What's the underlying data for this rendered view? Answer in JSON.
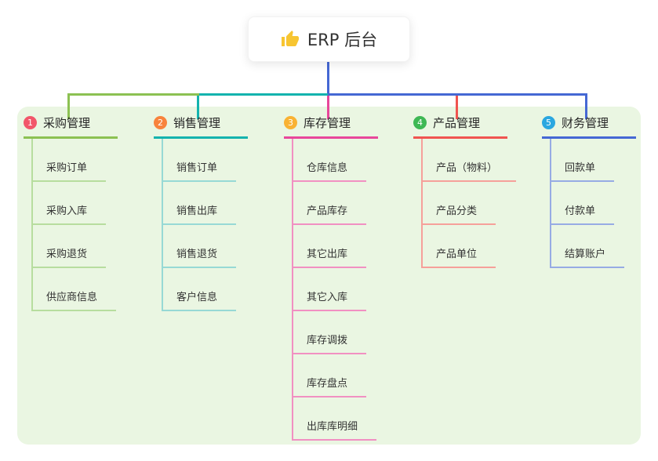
{
  "root": {
    "label": "ERP 后台",
    "icon": "thumbs-up",
    "icon_color": "#f7c531"
  },
  "branches": [
    {
      "badge": "1",
      "label": "采购管理",
      "color": "#8cc152",
      "light_color": "#b7dd9e",
      "badge_color": "#f2566a",
      "children": [
        "采购订单",
        "采购入库",
        "采购退货",
        "供应商信息"
      ]
    },
    {
      "badge": "2",
      "label": "销售管理",
      "color": "#14b3ae",
      "light_color": "#97d9d5",
      "badge_color": "#f8833c",
      "children": [
        "销售订单",
        "销售出库",
        "销售退货",
        "客户信息"
      ]
    },
    {
      "badge": "3",
      "label": "库存管理",
      "color": "#e8479b",
      "light_color": "#f190c2",
      "badge_color": "#f9b233",
      "children": [
        "仓库信息",
        "产品库存",
        "其它出库",
        "其它入库",
        "库存调拨",
        "库存盘点",
        "出库库明细"
      ]
    },
    {
      "badge": "4",
      "label": "产品管理",
      "color": "#f05450",
      "light_color": "#f6a09a",
      "badge_color": "#3eb854",
      "children": [
        "产品（物料）",
        "产品分类",
        "产品单位"
      ]
    },
    {
      "badge": "5",
      "label": "财务管理",
      "color": "#4568d4",
      "light_color": "#97abe4",
      "badge_color": "#2aa7e0",
      "children": [
        "回款单",
        "付款单",
        "结算账户"
      ]
    }
  ],
  "colors": {
    "stem": "#4568d4",
    "panel_bg": "#eaf6e2",
    "card_bg": "#ffffff",
    "text": "#333333"
  }
}
